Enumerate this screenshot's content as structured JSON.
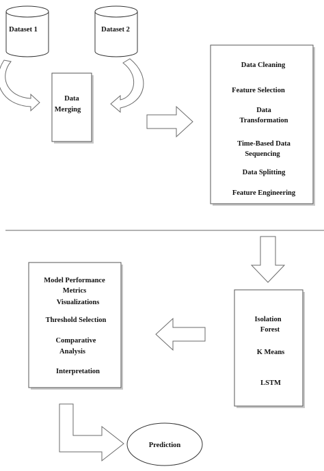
{
  "datasets": [
    {
      "label": "Dataset 1"
    },
    {
      "label": "Dataset 2"
    }
  ],
  "merge": {
    "line1": "Data",
    "line2": "Merging"
  },
  "preprocessing": {
    "steps": [
      {
        "lines": [
          "Data Cleaning"
        ]
      },
      {
        "lines": [
          "Feature Selection"
        ]
      },
      {
        "lines": [
          "Data",
          "Transformation"
        ]
      },
      {
        "lines": [
          "Time-Based Data",
          "Sequencing"
        ]
      },
      {
        "lines": [
          "Data Splitting"
        ]
      },
      {
        "lines": [
          "Feature Engineering"
        ]
      }
    ]
  },
  "models": {
    "items": [
      {
        "lines": [
          "Isolation",
          "Forest"
        ]
      },
      {
        "lines": [
          "K Means"
        ]
      },
      {
        "lines": [
          "LSTM"
        ]
      }
    ]
  },
  "evaluation": {
    "items": [
      {
        "lines": [
          "Model Performance",
          "Metrics"
        ]
      },
      {
        "lines": [
          "Visualizations"
        ]
      },
      {
        "lines": [
          "Threshold Selection"
        ]
      },
      {
        "lines": [
          "Comparative",
          "Analysis"
        ]
      },
      {
        "lines": [
          "Interpretation"
        ]
      }
    ]
  },
  "prediction": {
    "label": "Prediction"
  },
  "colors": {
    "stroke": "#555555",
    "shadow": "#c8c8c8",
    "text": "#111111"
  }
}
